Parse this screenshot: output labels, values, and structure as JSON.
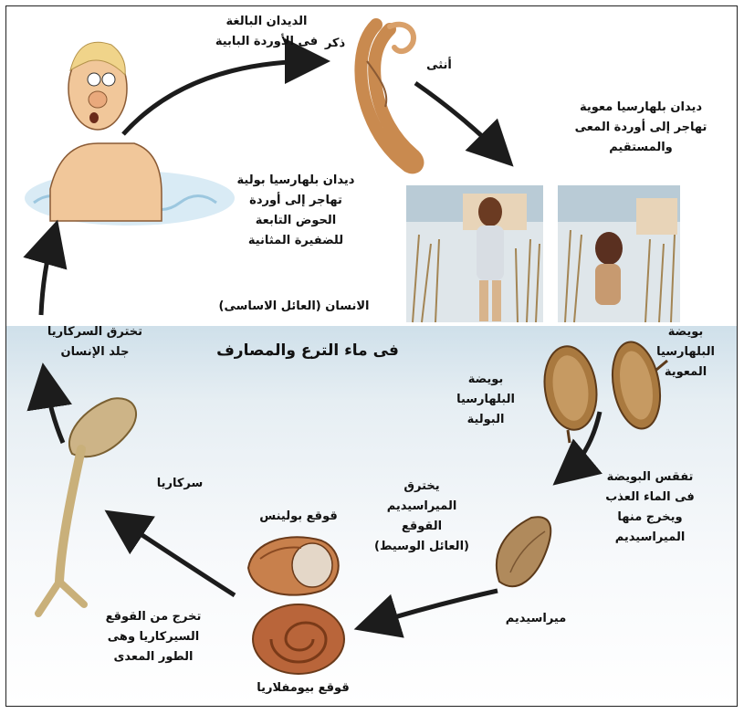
{
  "labels": {
    "adult_worms": "الديدان البالغة\nفى الأوردة البابية",
    "male": "ذكر",
    "female": "أنثى",
    "intestinal_worms": "ديدان بلهارسيا معوية\nتهاجر إلى أوردة المعى\nوالمستقيم",
    "urinary_worms": "ديدان بلهارسيا بولية\nتهاجر إلى أوردة\nالحوض التابعة\nللضفيرة المثانية",
    "definitive_host": "الانسان (العائل الاساسى)",
    "water_title": "فى ماء الترع والمصارف",
    "intestinal_egg": "بويضة\nالبلهارسيا\nالمعوية",
    "urinary_egg": "بويضة\nالبلهارسيا\nالبولية",
    "egg_hatch": "تفقس البويضة\nفى الماء العذب\nويخرج منها\nالميراسيديم",
    "miracidium_penetrates": "يخترق\nالميراسيديم\nالقوقع\n(العائل الوسيط)",
    "miracidium": "ميراسيديم",
    "bulinus_snail": "قوقع بولينس",
    "biomphalaria_snail": "قوقع بيومفلاريا",
    "cercaria_exit": "تخرج من القوقع\nالسيركاريا وهى\nالطور المعدى",
    "cercaria": "سركاريا",
    "cercaria_penetrates": "تخترق السركاريا\nجلد الإنسان"
  },
  "colors": {
    "water_panel": "#dbe7ee",
    "skin": "#f1c79a",
    "worm": "#c98a4f",
    "egg": "#a9793f",
    "snail": "#b9653a",
    "cercaria": "#c9b07a",
    "arrow": "#1c1c1c"
  }
}
